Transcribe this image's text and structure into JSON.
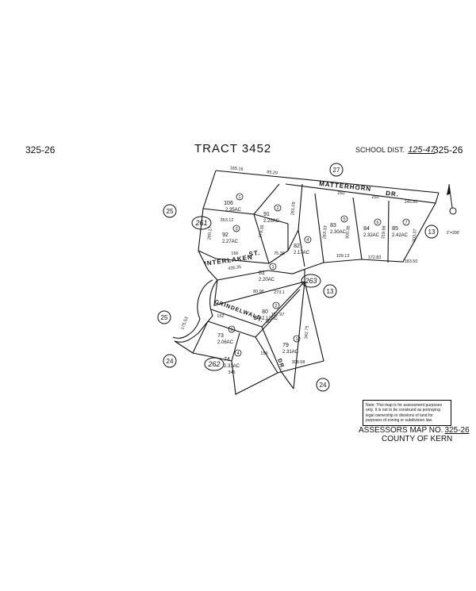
{
  "header": {
    "book_left": "325-26",
    "title": "TRACT 3452",
    "school_label": "SCHOOL DIST.",
    "school_number": "125-47",
    "book_right": "325-26"
  },
  "streets": {
    "matterhorn": "MATTERHORN",
    "matterhorn_suffix": "DR.",
    "interlaken": "INTERLAKEN",
    "interlaken_suffix": "ST.",
    "grindelwald": "GRINDELWALD",
    "grindelwald_suffix": "ST.",
    "lower_suffix": "DR."
  },
  "adjacent_maps": {
    "m27": "27",
    "m25a": "25",
    "m25b": "25",
    "m13a": "13",
    "m13b": "13",
    "m24a": "24",
    "m24b": "24"
  },
  "circled_numbers": {
    "c261": "261",
    "c262": "262",
    "c263": "263"
  },
  "parcels": [
    {
      "num": "106",
      "area": "2.35AC",
      "circle": "1"
    },
    {
      "num": "91",
      "area": "2.25AC",
      "circle": "2"
    },
    {
      "num": "92",
      "area": "2.27AC",
      "circle": "3"
    },
    {
      "num": "82",
      "area": "2.17AC",
      "circle": "4"
    },
    {
      "num": "83",
      "area": "2.30AC",
      "circle": "5"
    },
    {
      "num": "84",
      "area": "2.32AC",
      "circle": "6"
    },
    {
      "num": "85",
      "area": "2.42AC",
      "circle": "7"
    },
    {
      "num": "81",
      "area": "2.20AC",
      "circle": "1"
    },
    {
      "num": "80",
      "area": "2.12AC",
      "circle": "2"
    },
    {
      "num": "73",
      "area": "2.06AC",
      "circle": "3"
    },
    {
      "num": "74",
      "area": "2.33AC",
      "circle": "4"
    },
    {
      "num": "79",
      "area": "2.31AC",
      "circle": "1"
    }
  ],
  "north": {
    "scale": "1\"=200'"
  },
  "note": "Note: This map is for assessment purposes only. It is not to be construed as portraying legal ownership or divisions of land for purposes of zoning or subdivision law.",
  "footer": {
    "assessor_label": "ASSESSORS MAP NO.",
    "assessor_number": "325-26",
    "county": "COUNTY OF KERN"
  }
}
